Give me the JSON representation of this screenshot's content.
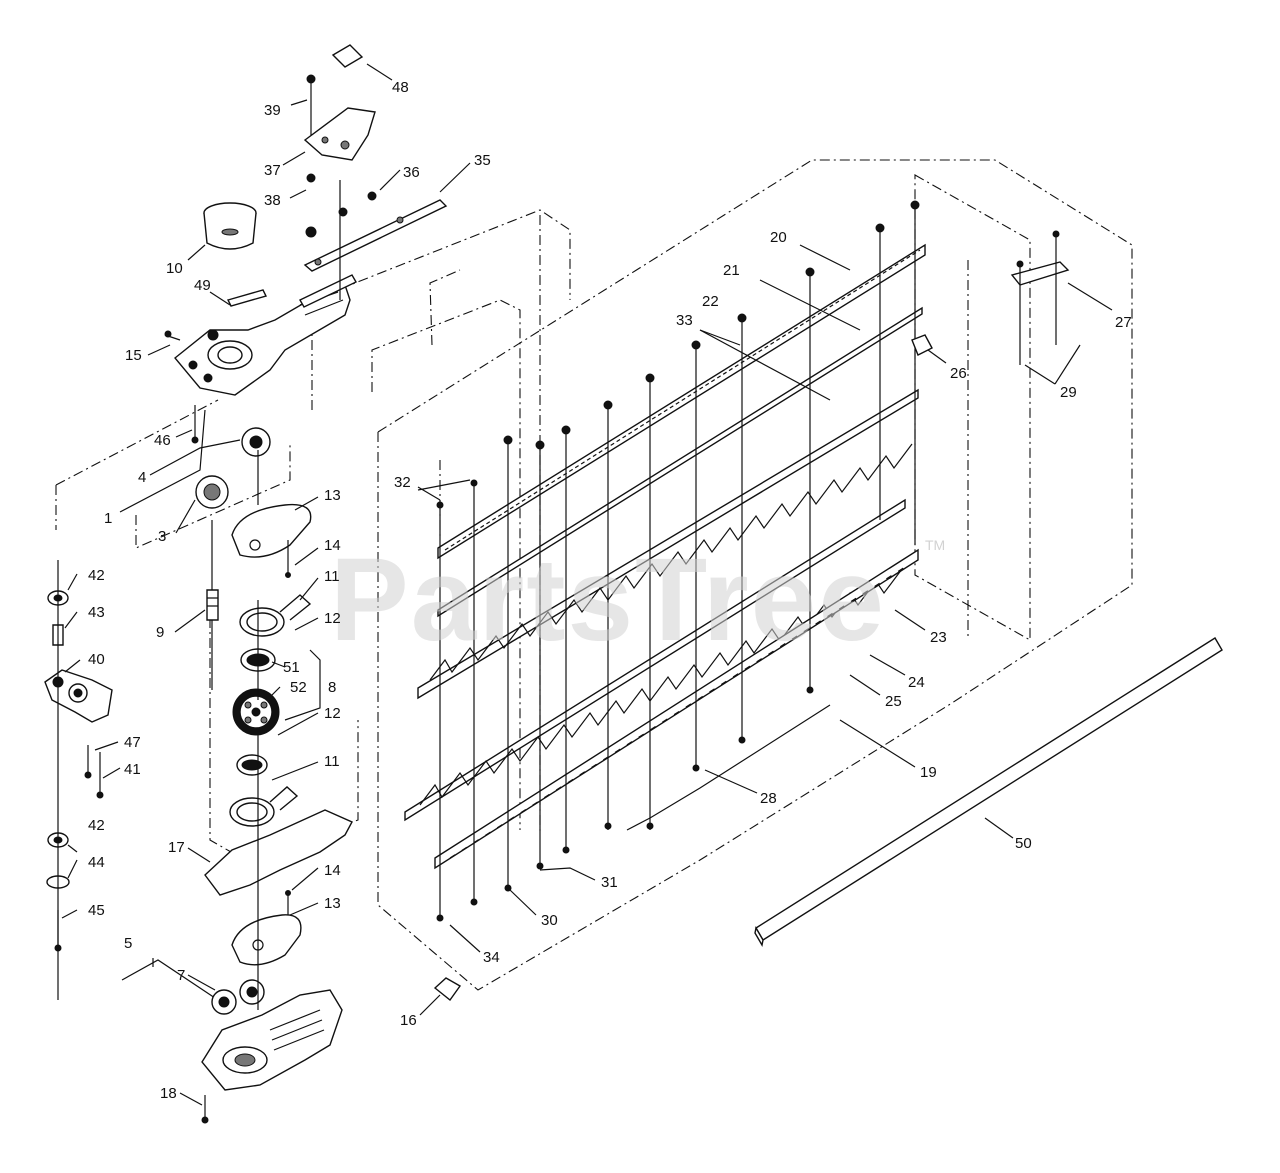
{
  "watermark": {
    "text": "PartsTree",
    "trademark": "TM"
  },
  "callouts": [
    {
      "id": "c48",
      "text": "48"
    },
    {
      "id": "c39",
      "text": "39"
    },
    {
      "id": "c37",
      "text": "37"
    },
    {
      "id": "c38",
      "text": "38"
    },
    {
      "id": "c36",
      "text": "36"
    },
    {
      "id": "c35",
      "text": "35"
    },
    {
      "id": "c10",
      "text": "10"
    },
    {
      "id": "c49",
      "text": "49"
    },
    {
      "id": "c15",
      "text": "15"
    },
    {
      "id": "c46",
      "text": "46"
    },
    {
      "id": "c4",
      "text": "4"
    },
    {
      "id": "c1",
      "text": "1"
    },
    {
      "id": "c3",
      "text": "3"
    },
    {
      "id": "c13a",
      "text": "13"
    },
    {
      "id": "c14a",
      "text": "14"
    },
    {
      "id": "c11a",
      "text": "11"
    },
    {
      "id": "c12a",
      "text": "12"
    },
    {
      "id": "c51",
      "text": "51"
    },
    {
      "id": "c52",
      "text": "52"
    },
    {
      "id": "c8",
      "text": "8"
    },
    {
      "id": "c12b",
      "text": "12"
    },
    {
      "id": "c11b",
      "text": "11"
    },
    {
      "id": "c9",
      "text": "9"
    },
    {
      "id": "c42a",
      "text": "42"
    },
    {
      "id": "c43",
      "text": "43"
    },
    {
      "id": "c40",
      "text": "40"
    },
    {
      "id": "c47",
      "text": "47"
    },
    {
      "id": "c41",
      "text": "41"
    },
    {
      "id": "c42b",
      "text": "42"
    },
    {
      "id": "c44",
      "text": "44"
    },
    {
      "id": "c45",
      "text": "45"
    },
    {
      "id": "c17",
      "text": "17"
    },
    {
      "id": "c14b",
      "text": "14"
    },
    {
      "id": "c13b",
      "text": "13"
    },
    {
      "id": "c5",
      "text": "5"
    },
    {
      "id": "c7",
      "text": "7"
    },
    {
      "id": "c18",
      "text": "18"
    },
    {
      "id": "c16",
      "text": "16"
    },
    {
      "id": "c34",
      "text": "34"
    },
    {
      "id": "c30",
      "text": "30"
    },
    {
      "id": "c31",
      "text": "31"
    },
    {
      "id": "c28",
      "text": "28"
    },
    {
      "id": "c19",
      "text": "19"
    },
    {
      "id": "c50",
      "text": "50"
    },
    {
      "id": "c25",
      "text": "25"
    },
    {
      "id": "c24",
      "text": "24"
    },
    {
      "id": "c23",
      "text": "23"
    },
    {
      "id": "c32",
      "text": "32"
    },
    {
      "id": "c33",
      "text": "33"
    },
    {
      "id": "c22",
      "text": "22"
    },
    {
      "id": "c21",
      "text": "21"
    },
    {
      "id": "c20",
      "text": "20"
    },
    {
      "id": "c26",
      "text": "26"
    },
    {
      "id": "c27",
      "text": "27"
    },
    {
      "id": "c29",
      "text": "29"
    }
  ]
}
